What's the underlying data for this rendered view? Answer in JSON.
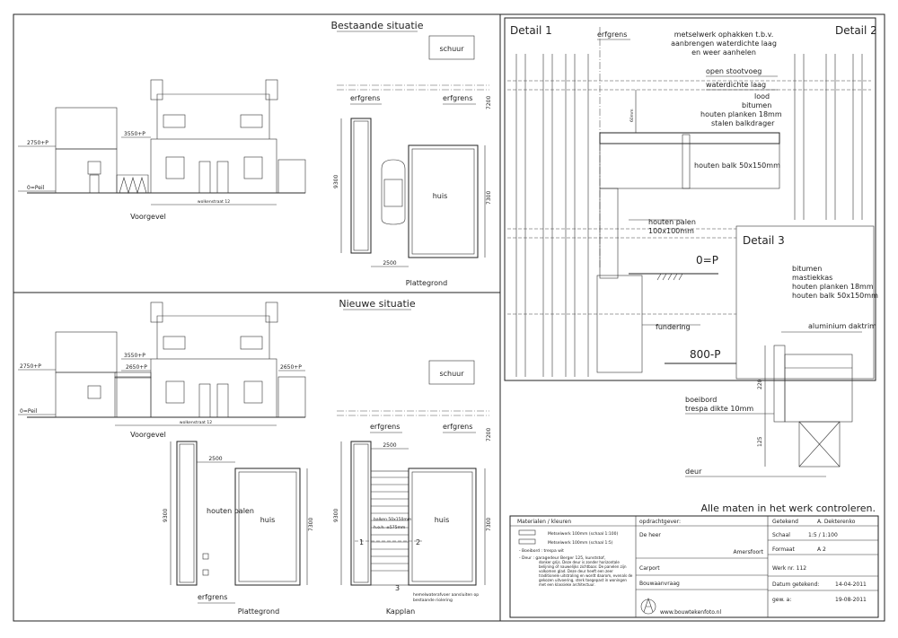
{
  "existing": {
    "title": "Bestaande situatie",
    "front_label": "Voorgevel",
    "plan_label": "Plattegrond",
    "levels": [
      "2750+P",
      "3550+P",
      "0=Peil"
    ],
    "street": "wolkenstraat 12",
    "shed": "schuur",
    "boundary": "erfgrens",
    "house": "huis",
    "dims": [
      "2500",
      "9300",
      "7300",
      "7200"
    ]
  },
  "new": {
    "title": "Nieuwe situatie",
    "front_label": "Voorgevel",
    "plan_label": "Plattegrond",
    "kap_label": "Kapplan",
    "levels": [
      "2750+P",
      "3550+P",
      "2650+P",
      "2650+P",
      "0=Peil"
    ],
    "street": "wolkenstraat 12",
    "shed": "schuur",
    "boundary": "erfgrens",
    "house": "huis",
    "posts": "houten palen",
    "dims": [
      "2500",
      "9300",
      "7300",
      "7200"
    ],
    "beam_note_1": "balken 50x150mm",
    "beam_note_2": "h.o.h. ±575mm",
    "section_marks": [
      "1",
      "2",
      "3"
    ],
    "drain_note_1": "hemelwaterafvoer aansluiten op",
    "drain_note_2": "bestaande riolering"
  },
  "detail": {
    "d1": "Detail 1",
    "d2": "Detail 2",
    "d3": "Detail 3",
    "boundary": "erfgrens",
    "note1": "metselwerk ophakken t.b.v.",
    "note2": "aanbrengen waterdichte laag",
    "note3": "en weer aanhelen",
    "open_joint": "open stootvoeg",
    "waterproof": "waterdichte laag",
    "lood": "lood",
    "bitumen": "bitumen",
    "planks": "houten planken 18mm",
    "steel": "stalen balkdrager",
    "beam": "houten balk 50x150mm",
    "posts1": "houten palen",
    "posts2": "100x100mm",
    "zero": "0=P",
    "foundation": "fundering",
    "minus": "800-P",
    "dim_60": "60mm",
    "d3_bitumen": "bitumen",
    "d3_mastiek": "mastiekkas",
    "d3_planks": "houten planken 18mm",
    "d3_beam": "houten balk 50x150mm",
    "trim": "aluminium daktrim",
    "boeiboard1": "boeibord",
    "boeiboard2": "trespa dikte 10mm",
    "deur": "deur",
    "dim_220": "220",
    "dim_125": "125",
    "footnote": "Alle maten in het werk controleren."
  },
  "titleblock": {
    "materials_header": "Materialen / kleuren",
    "materials": [
      "Metselwerk 100mm (schaal 1:100)",
      "Metselwerk 100mm (schaal 1:5)",
      "- Boeibord    : trespa wit",
      "- Deur       : garagedeur Berger 125, kunststof,"
    ],
    "materials_note": "donker grijs. Deze deur is zonder horizontale belijning of nauwelijks zichtbaar. De panelen zijn volkomen glad. Deze deur heeft een zeer traditionele uitstraling en wordt daarom, evenals de gekozen uitvoering, sterk toegepast in woningen met een klassieke architectuur.",
    "client_label": "opdrachtgever:",
    "client_name": "De heer",
    "city": "Amersfoort",
    "project": "Carport",
    "application": "Bouwaanvraag",
    "website": "www.bouwtekenfoto.nl",
    "drawn_by_label": "Getekend",
    "drawn_by": "A. Dekterenko",
    "scale_label": "Schaal",
    "scale": "1:5 / 1:100",
    "format_label": "Formaat",
    "format": "A 2",
    "work_nr": "Werk nr. 112",
    "date_label": "Datum getekend:",
    "date": "14-04-2011",
    "rev_label": "gew. a:",
    "rev": "19-08-2011"
  }
}
